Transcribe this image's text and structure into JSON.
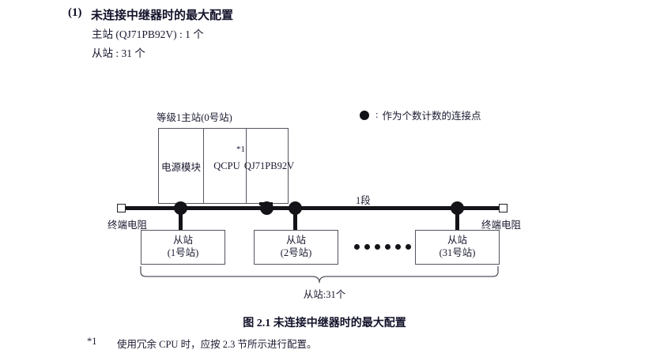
{
  "heading": {
    "number": "(1)",
    "title": "未连接中继器时的最大配置",
    "spec_lines": [
      "主站 (QJ71PB92V) : 1 个",
      "从站 : 31 个"
    ]
  },
  "legend": {
    "icon": "filled-circle",
    "colon": ":",
    "text": "作为个数计数的连接点"
  },
  "diagram": {
    "master": {
      "group_label": "等级1主站(0号站)",
      "modules": [
        {
          "name": "power-module",
          "label": "电源模块"
        },
        {
          "name": "cpu-module",
          "label": "QCPU",
          "footnote_marker": "*1"
        },
        {
          "name": "network-module",
          "label_line1": "QJ71",
          "label_line2": "PB92V"
        }
      ]
    },
    "bus": {
      "segment_label": "1段",
      "terminator_left_label": "终端电阻",
      "terminator_right_label": "终端电阻",
      "connection_point_count": 4
    },
    "slaves": [
      {
        "title": "从站",
        "station": "(1号站)"
      },
      {
        "title": "从站",
        "station": "(2号站)"
      },
      {
        "title": "从站",
        "station": "(31号站)"
      }
    ],
    "ellipsis_dot_count": 6,
    "slave_total_label": "从站:31个"
  },
  "figure_caption": "图 2.1  未连接中继器时的最大配置",
  "footnote": {
    "marker": "*1",
    "text": "使用冗余 CPU 时，应按 2.3 节所示进行配置。"
  },
  "colors": {
    "text": "#1a1a30",
    "line": "#131318",
    "box_border": "#555560",
    "background": "#ffffff"
  }
}
